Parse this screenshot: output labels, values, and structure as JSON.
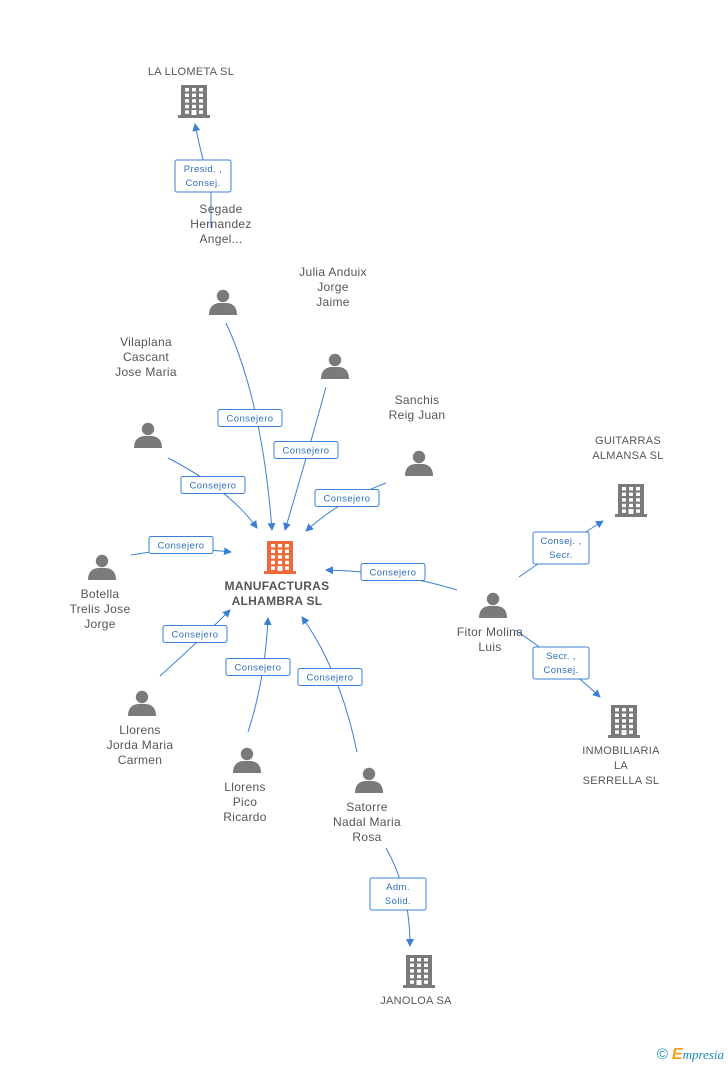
{
  "nodes": [
    {
      "id": "central",
      "type": "company",
      "central": true,
      "lines": [
        "MANUFACTURAS",
        "ALHAMBRA SL"
      ],
      "icon": "building-icon",
      "color": "#ef6a3a"
    },
    {
      "id": "lallometa",
      "type": "company",
      "lines": [
        "LA LLOMETA SL"
      ],
      "icon": "building-icon",
      "color": "#7a7a7a"
    },
    {
      "id": "guitarras",
      "type": "company",
      "lines": [
        "GUITARRAS",
        "ALMANSA SL"
      ],
      "icon": "building-icon",
      "color": "#7a7a7a"
    },
    {
      "id": "inmobiliaria",
      "type": "company",
      "lines": [
        "INMOBILIARIA",
        "LA",
        "SERRELLA SL"
      ],
      "icon": "building-icon",
      "color": "#7a7a7a"
    },
    {
      "id": "janoloa",
      "type": "company",
      "lines": [
        "JANOLOA SA"
      ],
      "icon": "building-icon",
      "color": "#7a7a7a"
    },
    {
      "id": "segade",
      "type": "person",
      "lines": [
        "Segade",
        "Hernandez",
        "Angel..."
      ],
      "icon": "person-icon",
      "color": "#7a7a7a"
    },
    {
      "id": "julia",
      "type": "person",
      "lines": [
        "Julia Anduix",
        "Jorge",
        "Jaime"
      ],
      "icon": "person-icon",
      "color": "#7a7a7a"
    },
    {
      "id": "vilaplana",
      "type": "person",
      "lines": [
        "Vilaplana",
        "Cascant",
        "Jose Maria"
      ],
      "icon": "person-icon",
      "color": "#7a7a7a"
    },
    {
      "id": "sanchis",
      "type": "person",
      "lines": [
        "Sanchis",
        "Reig Juan"
      ],
      "icon": "person-icon",
      "color": "#7a7a7a"
    },
    {
      "id": "botella",
      "type": "person",
      "lines": [
        "Botella",
        "Trelis Jose",
        "Jorge"
      ],
      "icon": "person-icon",
      "color": "#7a7a7a"
    },
    {
      "id": "fitor",
      "type": "person",
      "lines": [
        "Fitor Molina",
        "Luis"
      ],
      "icon": "person-icon",
      "color": "#7a7a7a"
    },
    {
      "id": "llorensjorda",
      "type": "person",
      "lines": [
        "Llorens",
        "Jorda Maria",
        "Carmen"
      ],
      "icon": "person-icon",
      "color": "#7a7a7a"
    },
    {
      "id": "llorenspico",
      "type": "person",
      "lines": [
        "Llorens",
        "Pico",
        "Ricardo"
      ],
      "icon": "person-icon",
      "color": "#7a7a7a"
    },
    {
      "id": "satorre",
      "type": "person",
      "lines": [
        "Satorre",
        "Nadal Maria",
        "Rosa"
      ],
      "icon": "person-icon",
      "color": "#7a7a7a"
    }
  ],
  "edges": [
    {
      "id": "e-segade-lallometa",
      "from": "segade",
      "to": "lallometa",
      "label": [
        "Presid. ,",
        "Consej."
      ]
    },
    {
      "id": "e-segade-central",
      "from": "segade",
      "to": "central",
      "label": [
        "Consejero"
      ]
    },
    {
      "id": "e-julia-central",
      "from": "julia",
      "to": "central",
      "label": [
        "Consejero"
      ]
    },
    {
      "id": "e-vilaplana-central",
      "from": "vilaplana",
      "to": "central",
      "label": [
        "Consejero"
      ]
    },
    {
      "id": "e-sanchis-central",
      "from": "sanchis",
      "to": "central",
      "label": [
        "Consejero"
      ]
    },
    {
      "id": "e-botella-central",
      "from": "botella",
      "to": "central",
      "label": [
        "Consejero"
      ]
    },
    {
      "id": "e-fitor-central",
      "from": "fitor",
      "to": "central",
      "label": [
        "Consejero"
      ]
    },
    {
      "id": "e-fitor-guitarras",
      "from": "fitor",
      "to": "guitarras",
      "label": [
        "Consej. ,",
        "Secr."
      ]
    },
    {
      "id": "e-fitor-inmobiliaria",
      "from": "fitor",
      "to": "inmobiliaria",
      "label": [
        "Secr. ,",
        "Consej."
      ]
    },
    {
      "id": "e-llorensjorda-central",
      "from": "llorensjorda",
      "to": "central",
      "label": [
        "Consejero"
      ]
    },
    {
      "id": "e-llorenspico-central",
      "from": "llorenspico",
      "to": "central",
      "label": [
        "Consejero"
      ]
    },
    {
      "id": "e-satorre-central",
      "from": "satorre",
      "to": "central",
      "label": [
        "Consejero"
      ]
    },
    {
      "id": "e-satorre-janoloa",
      "from": "satorre",
      "to": "janoloa",
      "label": [
        "Adm.",
        "Solid."
      ]
    }
  ],
  "footer": {
    "copyright": "©",
    "brand_first": "E",
    "brand_rest": "mpresia"
  }
}
